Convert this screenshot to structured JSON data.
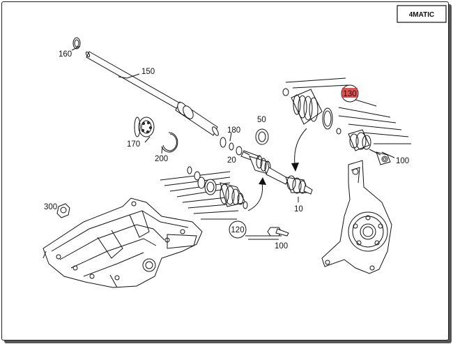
{
  "badge": {
    "text": "4MATIC"
  },
  "callouts": {
    "p160": "160",
    "p150": "150",
    "p170": "170",
    "p200": "200",
    "p180": "180",
    "p50": "50",
    "p20": "20",
    "p130": "130",
    "p100a": "100",
    "p10": "10",
    "p120": "120",
    "p100b": "100",
    "p300": "300"
  },
  "colors": {
    "highlight": "#e03030",
    "line": "#111111"
  }
}
